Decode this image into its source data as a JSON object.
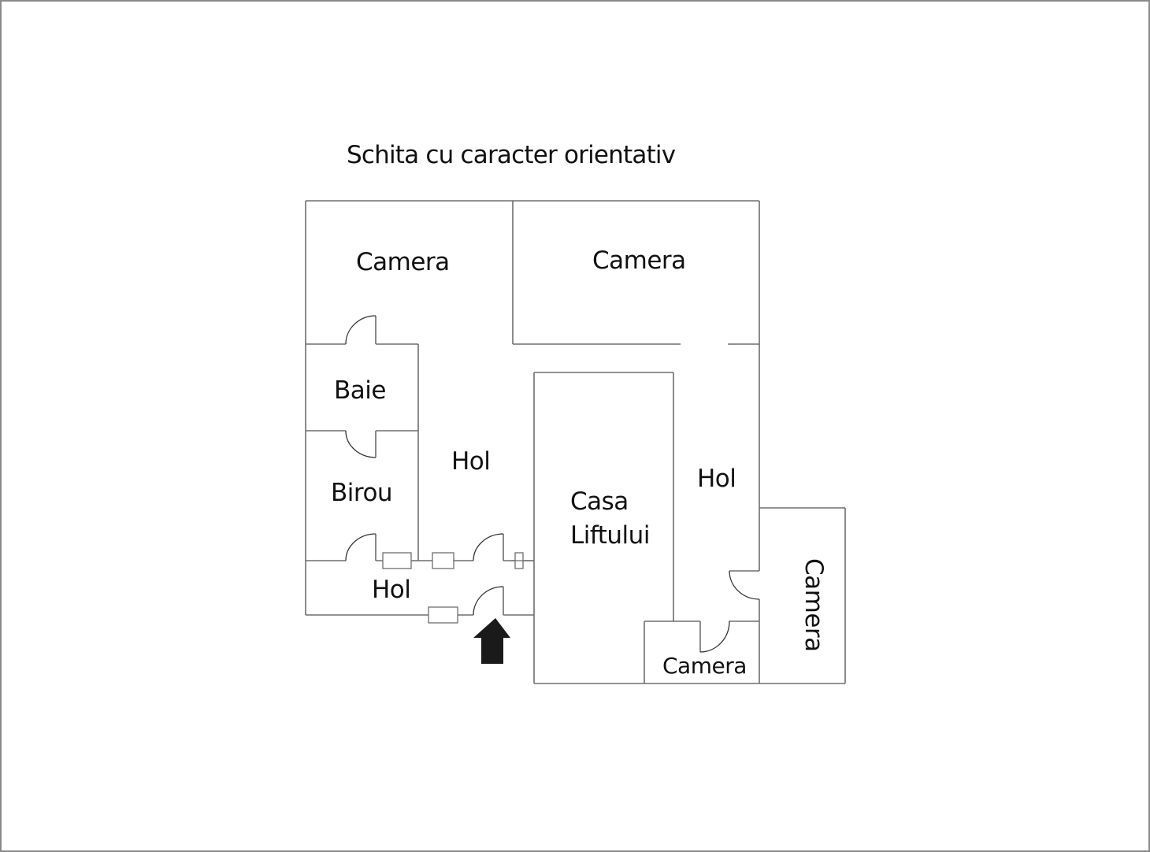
{
  "title": "Schita cu caracter orientativ",
  "colors": {
    "wall": "#6e6e6e",
    "text": "#111111",
    "arrow": "#1a1a1a",
    "frame": "#8a8a8a",
    "background": "#ffffff"
  },
  "rooms": [
    {
      "id": "camera-top-left",
      "label": "Camera"
    },
    {
      "id": "camera-top-right",
      "label": "Camera"
    },
    {
      "id": "baie",
      "label": "Baie"
    },
    {
      "id": "birou",
      "label": "Birou"
    },
    {
      "id": "hol-center",
      "label": "Hol"
    },
    {
      "id": "hol-bottom",
      "label": "Hol"
    },
    {
      "id": "casa-liftului",
      "label": "Casa\nLiftului"
    },
    {
      "id": "hol-right",
      "label": "Hol"
    },
    {
      "id": "camera-bottom",
      "label": "Camera"
    },
    {
      "id": "camera-right",
      "label": "Camera"
    }
  ],
  "entrance": {
    "icon": "entrance-arrow-up-icon"
  }
}
